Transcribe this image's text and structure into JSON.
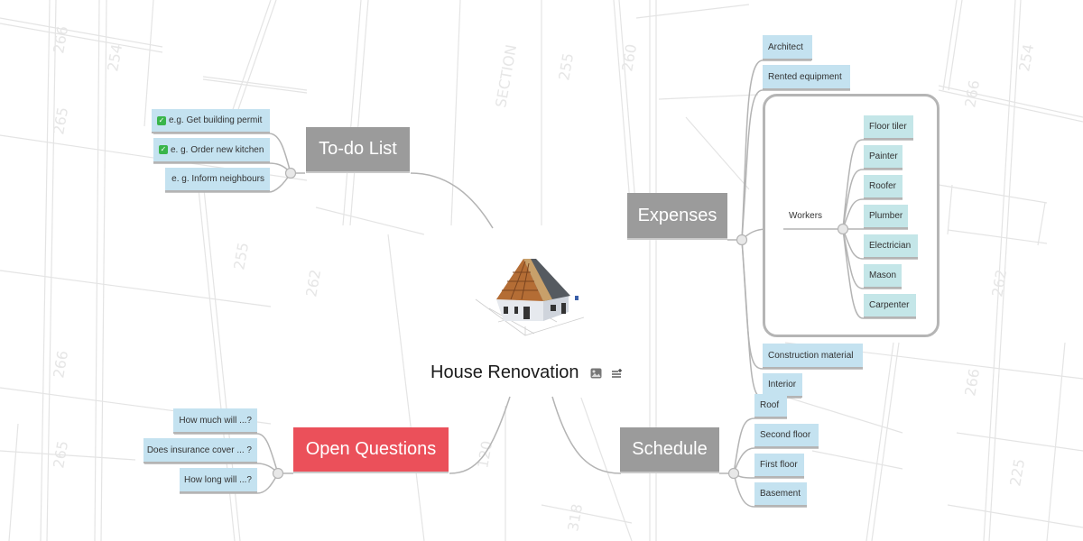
{
  "central_topic": {
    "title": "House Renovation",
    "image": "house-construction-image",
    "icons": [
      "image-icon",
      "notes-icon"
    ]
  },
  "branches": {
    "todo": {
      "label": "To-do List",
      "color": "#9b9b9b",
      "children": [
        {
          "label": "e.g. Get building permit",
          "checked": true
        },
        {
          "label": "e. g. Order new kitchen",
          "checked": true
        },
        {
          "label": "e. g. Inform neighbours",
          "checked": false
        }
      ]
    },
    "questions": {
      "label": "Open Questions",
      "color": "#eb505a",
      "children": [
        {
          "label": "How much will ...?"
        },
        {
          "label": "Does insurance cover ... ?"
        },
        {
          "label": "How long will ...?"
        }
      ]
    },
    "expenses": {
      "label": "Expenses",
      "color": "#9b9b9b",
      "children": [
        {
          "label": "Architect"
        },
        {
          "label": "Rented equipment"
        },
        {
          "label": "Workers",
          "children": [
            {
              "label": "Floor tiler"
            },
            {
              "label": "Painter"
            },
            {
              "label": "Roofer"
            },
            {
              "label": "Plumber"
            },
            {
              "label": "Electrician"
            },
            {
              "label": "Mason"
            },
            {
              "label": "Carpenter"
            }
          ]
        },
        {
          "label": "Construction material"
        },
        {
          "label": "Interior"
        }
      ]
    },
    "schedule": {
      "label": "Schedule",
      "color": "#9b9b9b",
      "children": [
        {
          "label": "Roof"
        },
        {
          "label": "Second floor"
        },
        {
          "label": "First floor"
        },
        {
          "label": "Basement"
        }
      ]
    }
  },
  "colors": {
    "subtopic_fill": "#c4e2f0",
    "worker_fill": "#c4e6e8",
    "connector": "#b4b4b4",
    "check_green": "#39b54a"
  }
}
